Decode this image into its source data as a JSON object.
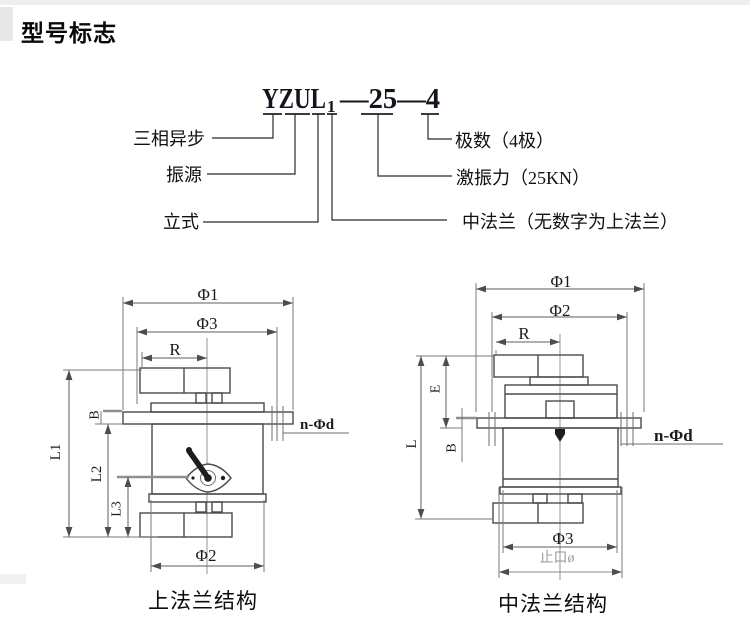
{
  "title": "型号标志",
  "model": {
    "code_prefix": "YZUL",
    "code_subscript": "1",
    "code_suffix": "—25—4",
    "callouts": {
      "three_phase": "三相异步",
      "vibration_source": "振源",
      "vertical": "立式",
      "middle_flange": "中法兰（无数字为上法兰）",
      "excitation_force": "激振力（25KN）",
      "pole_count": "极数（4极）"
    }
  },
  "upper_flange": {
    "caption": "上法兰结构",
    "labels": {
      "phi1": "Φ1",
      "phi3": "Φ3",
      "r": "R",
      "b": "B",
      "l1": "L1",
      "l2": "L2",
      "l3": "L3",
      "phi2": "Φ2",
      "bolt_holes": "n-Φd"
    }
  },
  "middle_flange": {
    "caption": "中法兰结构",
    "labels": {
      "phi1": "Φ1",
      "phi2": "Φ2",
      "r": "R",
      "e": "E",
      "l": "L",
      "b": "B",
      "phi3": "Φ3",
      "bolt_holes": "n-Φd",
      "spigot": "止口ø"
    }
  },
  "colors": {
    "line": "#4a4a4a",
    "dimension": "#5e5e5e",
    "faded_text": "#9a9a9a",
    "text": "#101010",
    "background": "#ffffff"
  }
}
